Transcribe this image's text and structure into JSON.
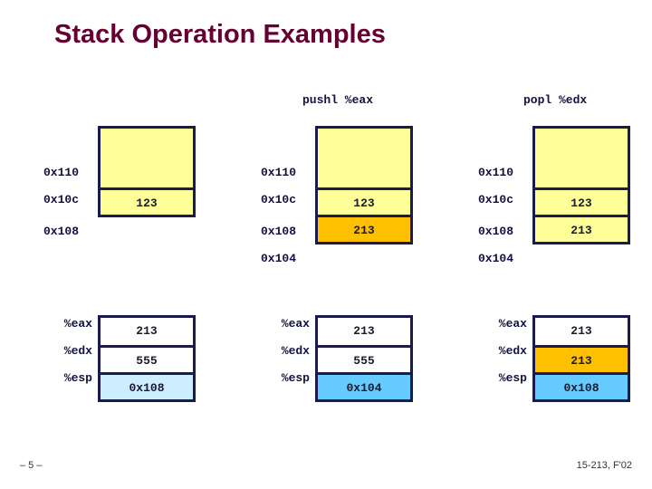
{
  "slide": {
    "title": "Stack Operation Examples",
    "footer_left": "– 5 –",
    "footer_right": "15-213, F'02"
  },
  "colors": {
    "title": "#660033",
    "border": "#1a1a4d",
    "stack_fill": "#ffff99",
    "stack_highlight": "#ffc000",
    "reg_fill": "#ffffff",
    "reg_highlight_blue_light": "#cceeff",
    "reg_highlight_blue": "#66ccff",
    "reg_highlight_orange": "#ffc000",
    "text": "#111144"
  },
  "operations": {
    "push": "pushl %eax",
    "pop": "popl %edx"
  },
  "columns": [
    {
      "name": "initial-state",
      "operation_label": "",
      "stack": {
        "addresses": [
          "0x110",
          "0x10c",
          "0x108"
        ],
        "cells": [
          {
            "address": "",
            "value": "",
            "highlight": false
          },
          {
            "address": "0x108",
            "value": "123",
            "highlight": false
          }
        ]
      },
      "registers": [
        {
          "name": "%eax",
          "value": "213",
          "highlight": "none"
        },
        {
          "name": "%edx",
          "value": "555",
          "highlight": "none"
        },
        {
          "name": "%esp",
          "value": "0x108",
          "highlight": "light-blue"
        }
      ]
    },
    {
      "name": "after-pushl-eax",
      "operation_label": "pushl %eax",
      "stack": {
        "addresses": [
          "0x110",
          "0x10c",
          "0x108",
          "0x104"
        ],
        "cells": [
          {
            "address": "",
            "value": "",
            "highlight": false
          },
          {
            "address": "0x108",
            "value": "123",
            "highlight": false
          },
          {
            "address": "0x104",
            "value": "213",
            "highlight": true
          }
        ]
      },
      "registers": [
        {
          "name": "%eax",
          "value": "213",
          "highlight": "none"
        },
        {
          "name": "%edx",
          "value": "555",
          "highlight": "none"
        },
        {
          "name": "%esp",
          "value": "0x104",
          "highlight": "blue"
        }
      ]
    },
    {
      "name": "after-popl-edx",
      "operation_label": "popl %edx",
      "stack": {
        "addresses": [
          "0x110",
          "0x10c",
          "0x108",
          "0x104"
        ],
        "cells": [
          {
            "address": "",
            "value": "",
            "highlight": false
          },
          {
            "address": "0x108",
            "value": "123",
            "highlight": false
          },
          {
            "address": "0x104",
            "value": "213",
            "highlight": false
          }
        ]
      },
      "registers": [
        {
          "name": "%eax",
          "value": "213",
          "highlight": "none"
        },
        {
          "name": "%edx",
          "value": "213",
          "highlight": "orange"
        },
        {
          "name": "%esp",
          "value": "0x108",
          "highlight": "blue"
        }
      ]
    }
  ]
}
